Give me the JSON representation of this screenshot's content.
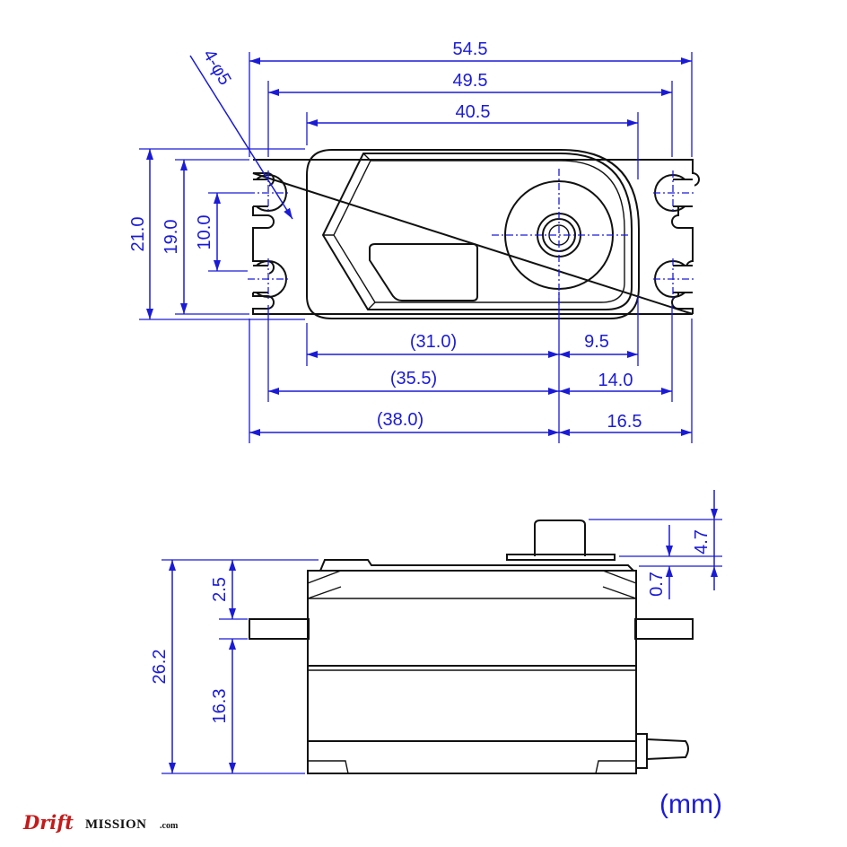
{
  "colors": {
    "outline": "#111111",
    "dimension": "#1b1bd6",
    "logo_red": "#c51a1a"
  },
  "top_view": {
    "width_overall": "54.5",
    "hole_pitch": "49.5",
    "body_width": "40.5",
    "hole_callout": "4-φ5",
    "height_overall": "21.0",
    "body_height": "19.0",
    "hole_spacing": "10.0",
    "body_to_output": "(31.0)",
    "output_to_body_end": "9.5",
    "hole_to_output": "(35.5)",
    "output_to_hole": "14.0",
    "end_to_output": "(38.0)",
    "output_to_end": "16.5"
  },
  "side_view": {
    "total_height": "26.2",
    "top_to_tab": "2.5",
    "tab_to_bottom": "16.3",
    "spline_height": "4.7",
    "boss_height": "0.7"
  },
  "unit_label": "(mm)",
  "logo": {
    "drift": "Drift",
    "mission": "MISSION",
    "dotcom": ".com"
  }
}
